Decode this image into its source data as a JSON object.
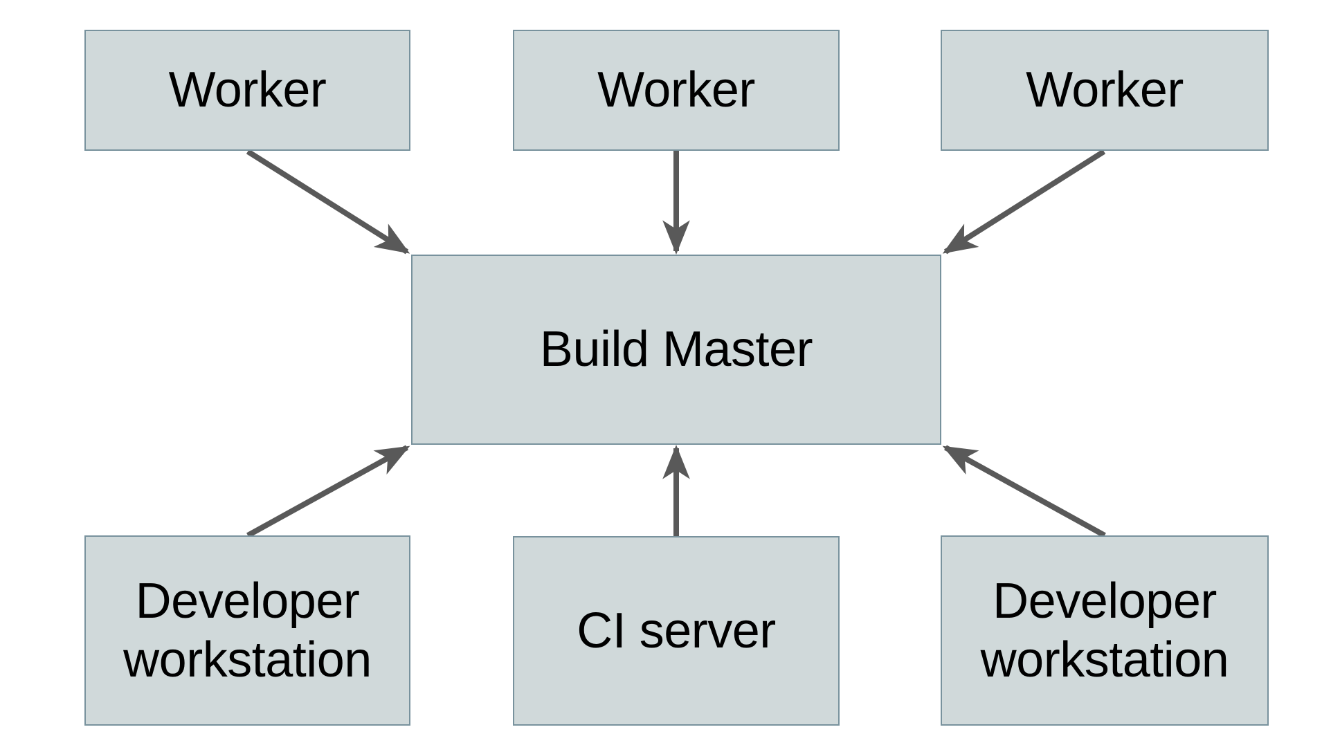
{
  "diagram": {
    "type": "architecture-diagram",
    "colors": {
      "background": "#ffffff",
      "node_fill": "#d0d9da",
      "node_border": "#78929d",
      "arrow": "#595959",
      "label_text": "#000000"
    },
    "nodes": [
      {
        "id": "worker-1",
        "label": "Worker"
      },
      {
        "id": "worker-2",
        "label": "Worker"
      },
      {
        "id": "worker-3",
        "label": "Worker"
      },
      {
        "id": "build-master",
        "label": "Build Master"
      },
      {
        "id": "dev-workstation-left",
        "label": "Developer workstation"
      },
      {
        "id": "ci-server",
        "label": "CI server"
      },
      {
        "id": "dev-workstation-right",
        "label": "Developer workstation"
      }
    ],
    "edges": [
      {
        "from": "worker-1",
        "to": "build-master",
        "direction": "into-build-master"
      },
      {
        "from": "worker-2",
        "to": "build-master",
        "direction": "into-build-master"
      },
      {
        "from": "worker-3",
        "to": "build-master",
        "direction": "into-build-master"
      },
      {
        "from": "dev-workstation-left",
        "to": "build-master",
        "direction": "into-build-master"
      },
      {
        "from": "ci-server",
        "to": "build-master",
        "direction": "into-build-master"
      },
      {
        "from": "dev-workstation-right",
        "to": "build-master",
        "direction": "into-build-master"
      }
    ]
  }
}
